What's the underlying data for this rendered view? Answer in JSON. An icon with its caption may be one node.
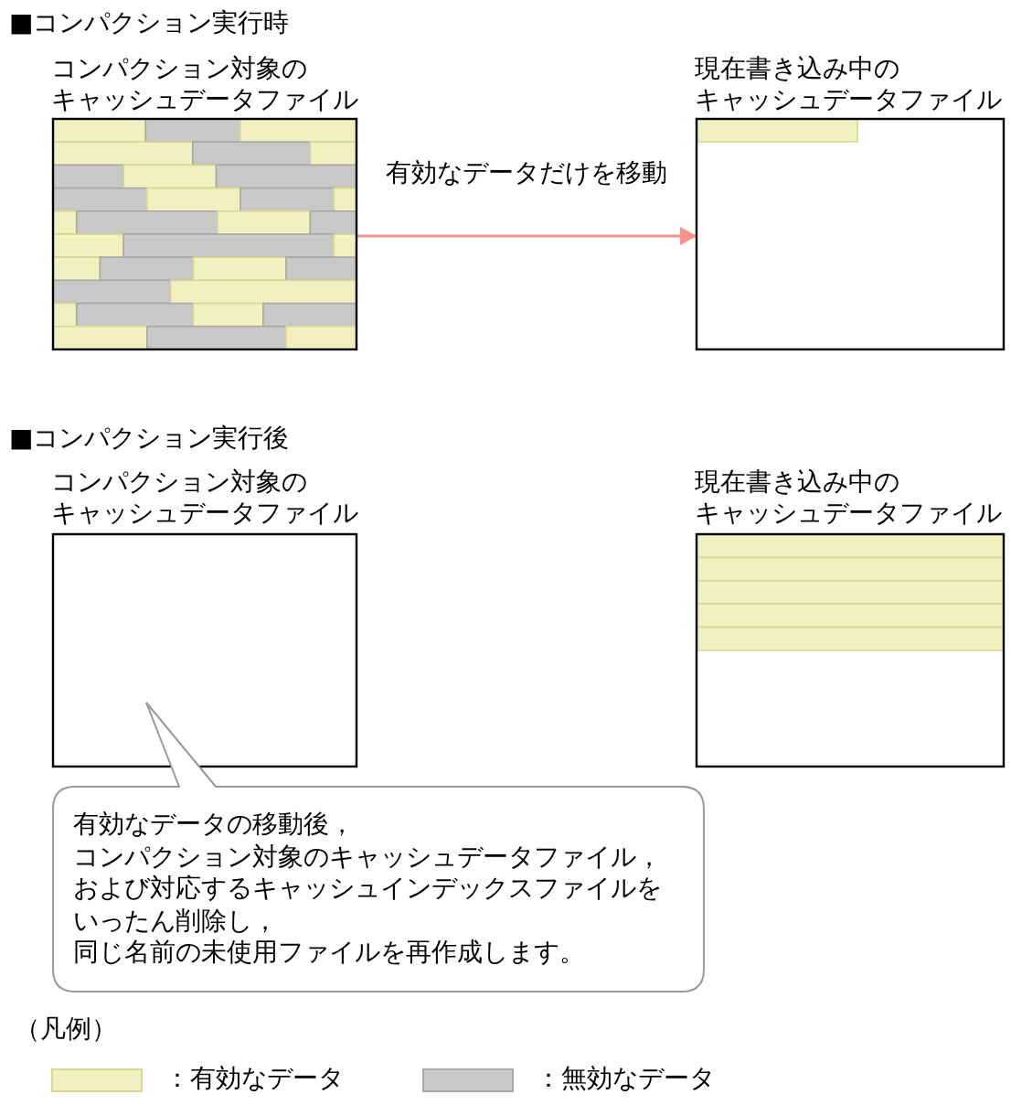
{
  "diagram": {
    "nodes": [
      {
        "text": [
          "コンパクション対象のキャッシュデータファイル"
        ]
      },
      {
        "text": [
          "現在書き込み中のキャッシュデータファイル"
        ]
      },
      {
        "text": [
          "コンパクション対象のキャッシュデータファイル"
        ]
      },
      {
        "text": [
          "現在書き込み中のキャッシュデータファイル"
        ]
      },
      {
        "text": [
          "有効なデータの移動後，コンパクション対象のキャッシュデータファイル，および対応するキャッシュインデックスファイルをいったん削除し，同じ名前の未使用ファイルを再作成します。"
        ]
      }
    ],
    "edges": [
      {
        "from": 0,
        "to": 1,
        "arrow": "to",
        "label": "有効なデータだけを移動",
        "color": "#f89090"
      }
    ],
    "labels": [
      "■コンパクション実行時",
      "■コンパクション実行後",
      "（凡例）"
    ],
    "legend": [
      {
        "text": "：有効なデータ",
        "color": "#f0f0c0"
      },
      {
        "text": "：無効なデータ",
        "color": "#c8c8c8"
      }
    ]
  }
}
